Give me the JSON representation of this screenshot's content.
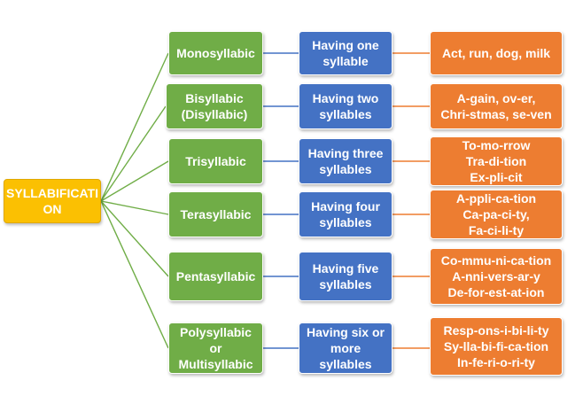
{
  "root": {
    "label": "SYLLABIFICATI\nON"
  },
  "rows": [
    {
      "category": "Monosyllabic",
      "definition": "Having one\nsyllable",
      "examples": "Act, run, dog, milk"
    },
    {
      "category": "Bisyllabic\n(Disyllabic)",
      "definition": "Having two\nsyllables",
      "examples": "A-gain, ov-er,\nChri-stmas, se-ven"
    },
    {
      "category": "Trisyllabic",
      "definition": "Having three\nsyllables",
      "examples": "To-mo-rrow\nTra-di-tion\nEx-pli-cit"
    },
    {
      "category": "Terasyllabic",
      "definition": "Having four\nsyllables",
      "examples": "A-ppli-ca-tion\nCa-pa-ci-ty,\nFa-ci-li-ty"
    },
    {
      "category": "Pentasyllabic",
      "definition": "Having five\nsyllables",
      "examples": "Co-mmu-ni-ca-tion\nA-nni-vers-ar-y\nDe-for-est-at-ion"
    },
    {
      "category": "Polysyllabic\nor\nMultisyllabic",
      "definition": "Having six or\nmore\nsyllables",
      "examples": "Resp-ons-i-bi-li-ty\nSy-lla-bi-fi-ca-tion\nIn-fe-ri-o-ri-ty"
    }
  ],
  "colors": {
    "root": "#fbc002",
    "category": "#70ad47",
    "definition": "#4472c4",
    "examples": "#ed7d31",
    "connector_tree": "#70ad47",
    "connector_def": "#4472c4",
    "connector_ex": "#ed7d31"
  }
}
